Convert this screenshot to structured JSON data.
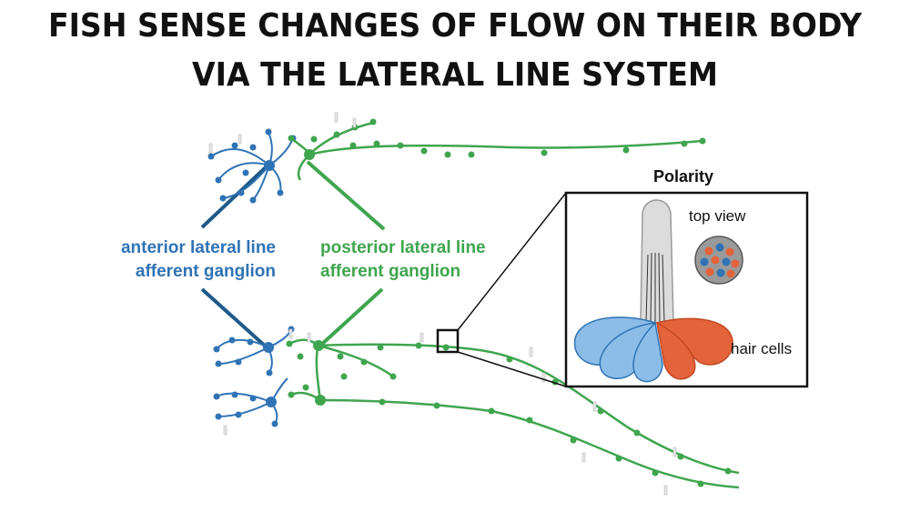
{
  "title": {
    "line1": "FISH SENSE CHANGES OF FLOW ON THEIR BODY",
    "line2": "VIA THE LATERAL LINE SYSTEM"
  },
  "labels": {
    "anterior_line1": "anterior lateral line",
    "anterior_line2": "afferent ganglion",
    "posterior_line1": "posterior lateral line",
    "posterior_line2": "afferent ganglion"
  },
  "inset": {
    "heading": "Polarity",
    "top_view": "top view",
    "hair_cells": "hair cells"
  },
  "colors": {
    "anterior": "#2f73b5",
    "posterior": "#3fa54e",
    "hair_cell_blue": "#7fb3e3",
    "hair_cell_orange": "#e4633a"
  }
}
